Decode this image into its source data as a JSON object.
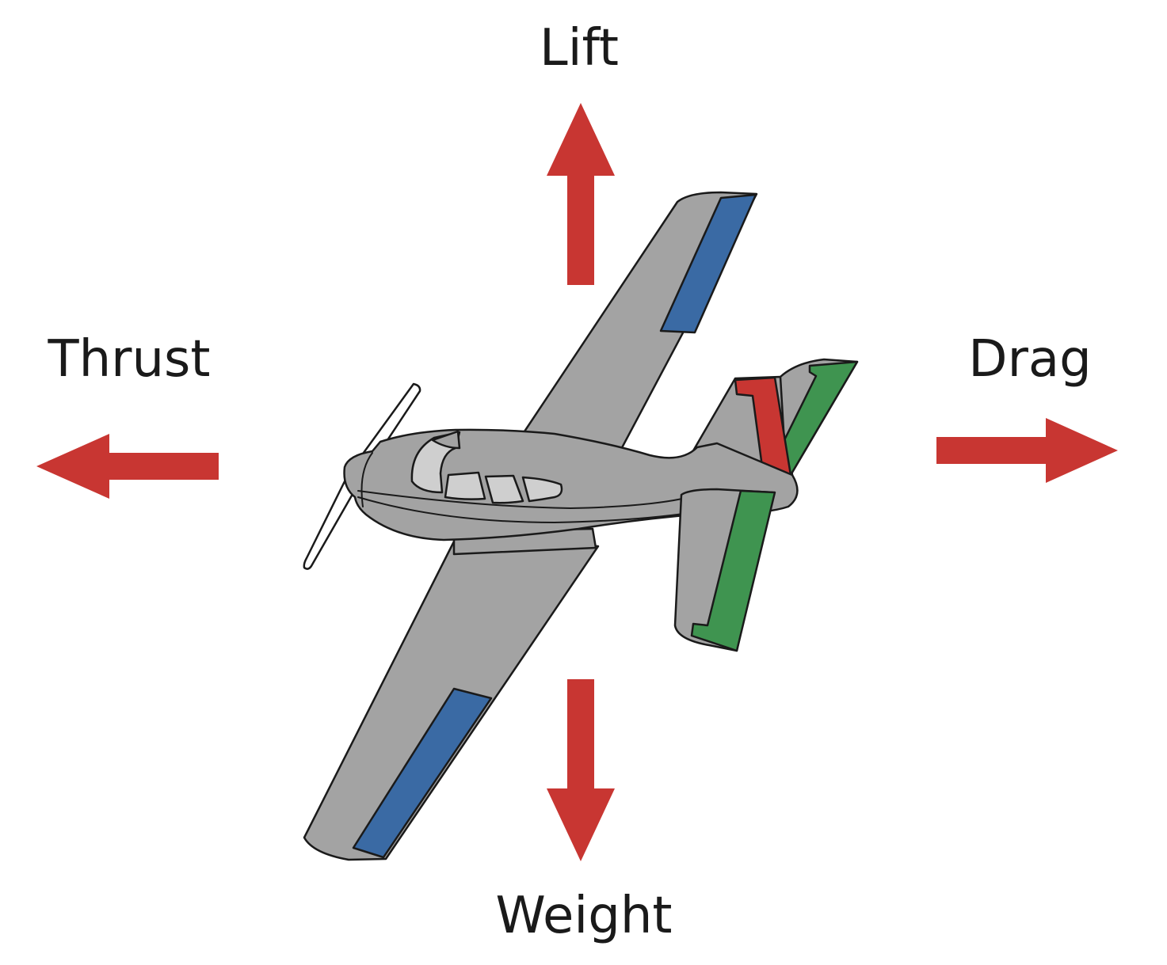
{
  "labels": {
    "lift": "Lift",
    "thrust": "Thrust",
    "drag": "Drag",
    "weight": "Weight"
  },
  "colors": {
    "arrow": "#c83632",
    "body": "#a3a3a3",
    "glass": "#cfcfcf",
    "aileron": "#3a6aa4",
    "elevator": "#3f9450",
    "rudder": "#c83632",
    "outline": "#1a1a1a"
  }
}
